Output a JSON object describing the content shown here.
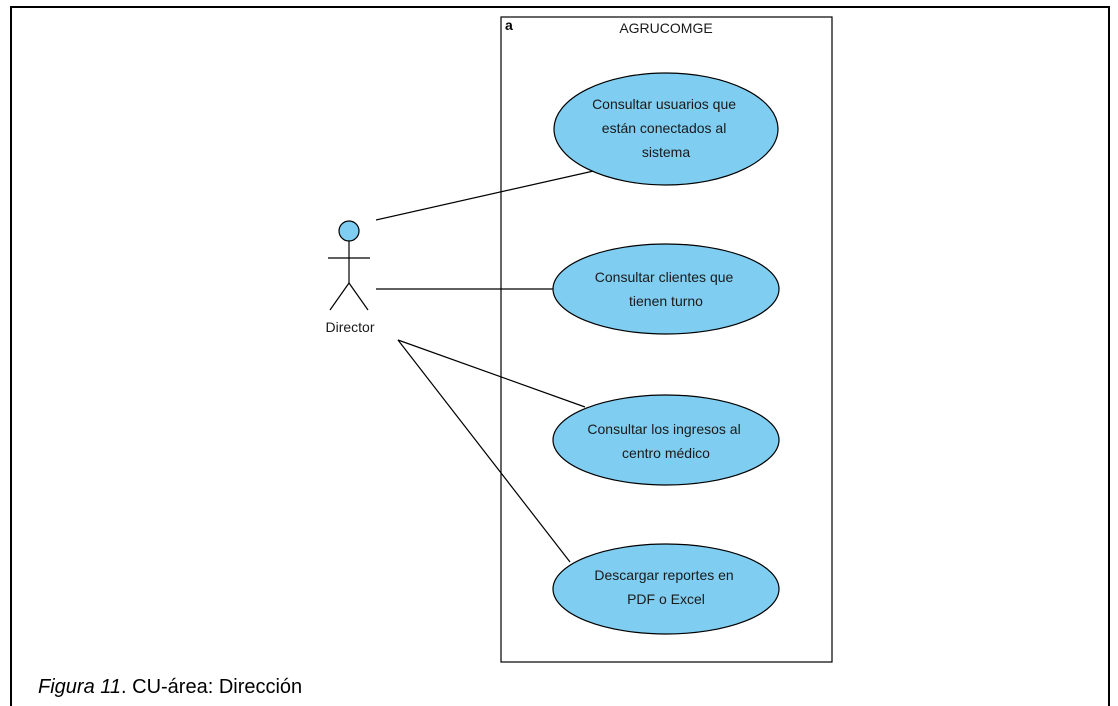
{
  "colors": {
    "usecase_fill": "#7fcdf0",
    "actor_fill": "#7fcdf0",
    "line": "#000000"
  },
  "diagram": {
    "system_tag": "a",
    "system_name": "AGRUCOMGE",
    "actor": {
      "name": "Director",
      "icon": "stick-figure-icon"
    },
    "use_cases": [
      {
        "lines": [
          "Consultar usuarios que",
          "están conectados al",
          "sistema"
        ]
      },
      {
        "lines": [
          "Consultar clientes que",
          "tienen turno"
        ]
      },
      {
        "lines": [
          "Consultar los ingresos al",
          "centro médico"
        ]
      },
      {
        "lines": [
          "Descargar reportes en",
          "PDF o Excel"
        ]
      }
    ]
  },
  "caption": {
    "figure": "Figura 11",
    "text": ". CU-área: Dirección"
  }
}
